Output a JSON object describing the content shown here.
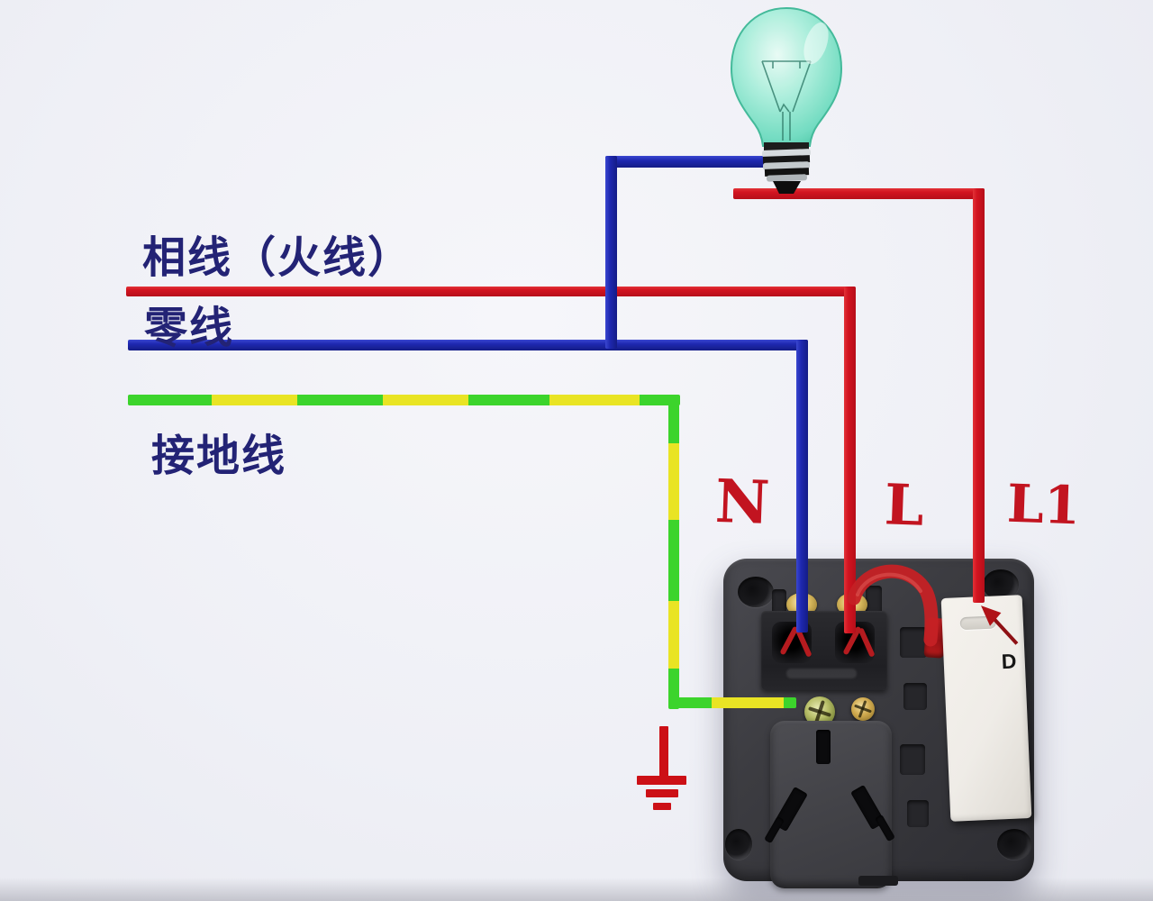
{
  "labels": {
    "phase": "相线（火线）",
    "neutral": "零线",
    "ground": "接地线",
    "n": "N",
    "l": "L",
    "l1": "L1",
    "switch_mark": "D"
  },
  "colors": {
    "phase_wire_red": "#d21420",
    "neutral_wire_blue": "#1e28b0",
    "ground_green": "#3cd42c",
    "ground_yellow": "#e9e424",
    "wire_label_text": "#232375",
    "terminal_label_red": "#c21420",
    "ground_symbol_red": "#cc1016",
    "device_body": "#3b3b40",
    "switch_face": "#f0ede8",
    "bulb_glass_teal": "#8ce8cf",
    "background": "#eff0f6"
  }
}
